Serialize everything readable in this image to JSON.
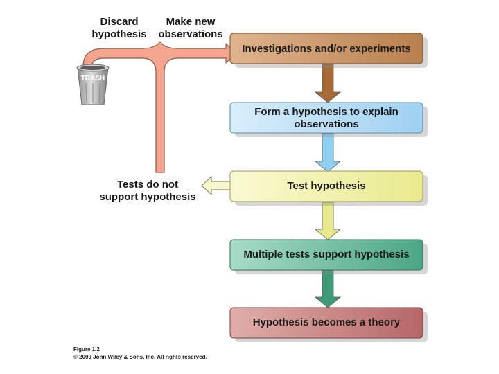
{
  "steps": [
    {
      "lines": [
        "Investigations and/or experiments"
      ],
      "color_left": "#e0b48f",
      "color_right": "#b8804d"
    },
    {
      "lines": [
        "Form a hypothesis to explain",
        "observations"
      ],
      "color_left": "#d9eefa",
      "color_right": "#9fd0f2"
    },
    {
      "lines": [
        "Test hypothesis"
      ],
      "color_left": "#f9f9d2",
      "color_right": "#e9ea8d"
    },
    {
      "lines": [
        "Multiple tests support hypothesis"
      ],
      "color_left": "#a8dcc8",
      "color_right": "#4aa684"
    },
    {
      "lines": [
        "Hypothesis becomes a theory"
      ],
      "color_left": "#e0aeaa",
      "color_right": "#b56767"
    }
  ],
  "labels": {
    "discard": [
      "Discard",
      "hypothesis"
    ],
    "make_new": [
      "Make new",
      "observations"
    ],
    "not_support": [
      "Tests do not",
      "support hypothesis"
    ]
  },
  "trash_label": "TRASH",
  "caption": {
    "figure": "Figure 1.2",
    "copyright": "© 2009 John Wiley & Sons, Inc. All rights reserved."
  },
  "colors": {
    "return_arrow": "#f4a58f",
    "return_arrow_outline": "#8a5a4a",
    "down_arrows": [
      "#a86a35",
      "#8fd0f2",
      "#e9ea8d",
      "#3f9a76"
    ],
    "test_left_arrow": "#f6f7cc",
    "trash_can": "#b9b9b9"
  },
  "icons": [
    "trash-can-icon"
  ]
}
